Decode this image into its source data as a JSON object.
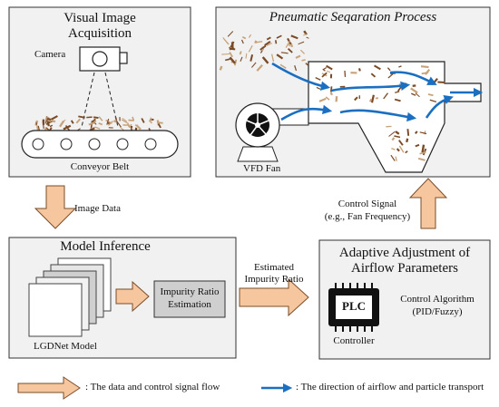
{
  "colors": {
    "panel_fill": "#f1f1f1",
    "panel_stroke": "#333333",
    "block_arrow_fill": "#f6c79f",
    "block_arrow_stroke": "#7a4e2a",
    "flow_arrow": "#1b6fc0",
    "particle_brown": "#7a4a26",
    "particle_tan": "#c8a27a",
    "estimation_fill": "#cfcfcf"
  },
  "visual_acquisition": {
    "title_line1": "Visual Image",
    "title_line2": "Acquisition",
    "camera_label": "Camera",
    "conveyor_label": "Conveyor Belt"
  },
  "pneumatic": {
    "title": "Pneumatic Seqaration Process",
    "fan_label": "VFD Fan"
  },
  "model_inference": {
    "title": "Model Inference",
    "model_label": "LGDNet Model",
    "estimation_line1": "Impurity Ratio",
    "estimation_line2": "Estimation"
  },
  "adaptive": {
    "title_line1": "Adaptive Adjustment of",
    "title_line2": "Airflow Parameters",
    "plc_label": "PLC",
    "controller_label": "Controller",
    "algorithm_line1": "Control Algorithm",
    "algorithm_line2": "(PID/Fuzzy)"
  },
  "flows": {
    "image_data": "Image Data",
    "estimated_line1": "Estimated",
    "estimated_line2": "Impurity Ratio",
    "control_line1": "Control Signal",
    "control_line2": "(e.g., Fan Frequency)"
  },
  "legend": {
    "data_flow": ": The data and control signal flow",
    "airflow": ": The direction of airflow and particle transport"
  }
}
